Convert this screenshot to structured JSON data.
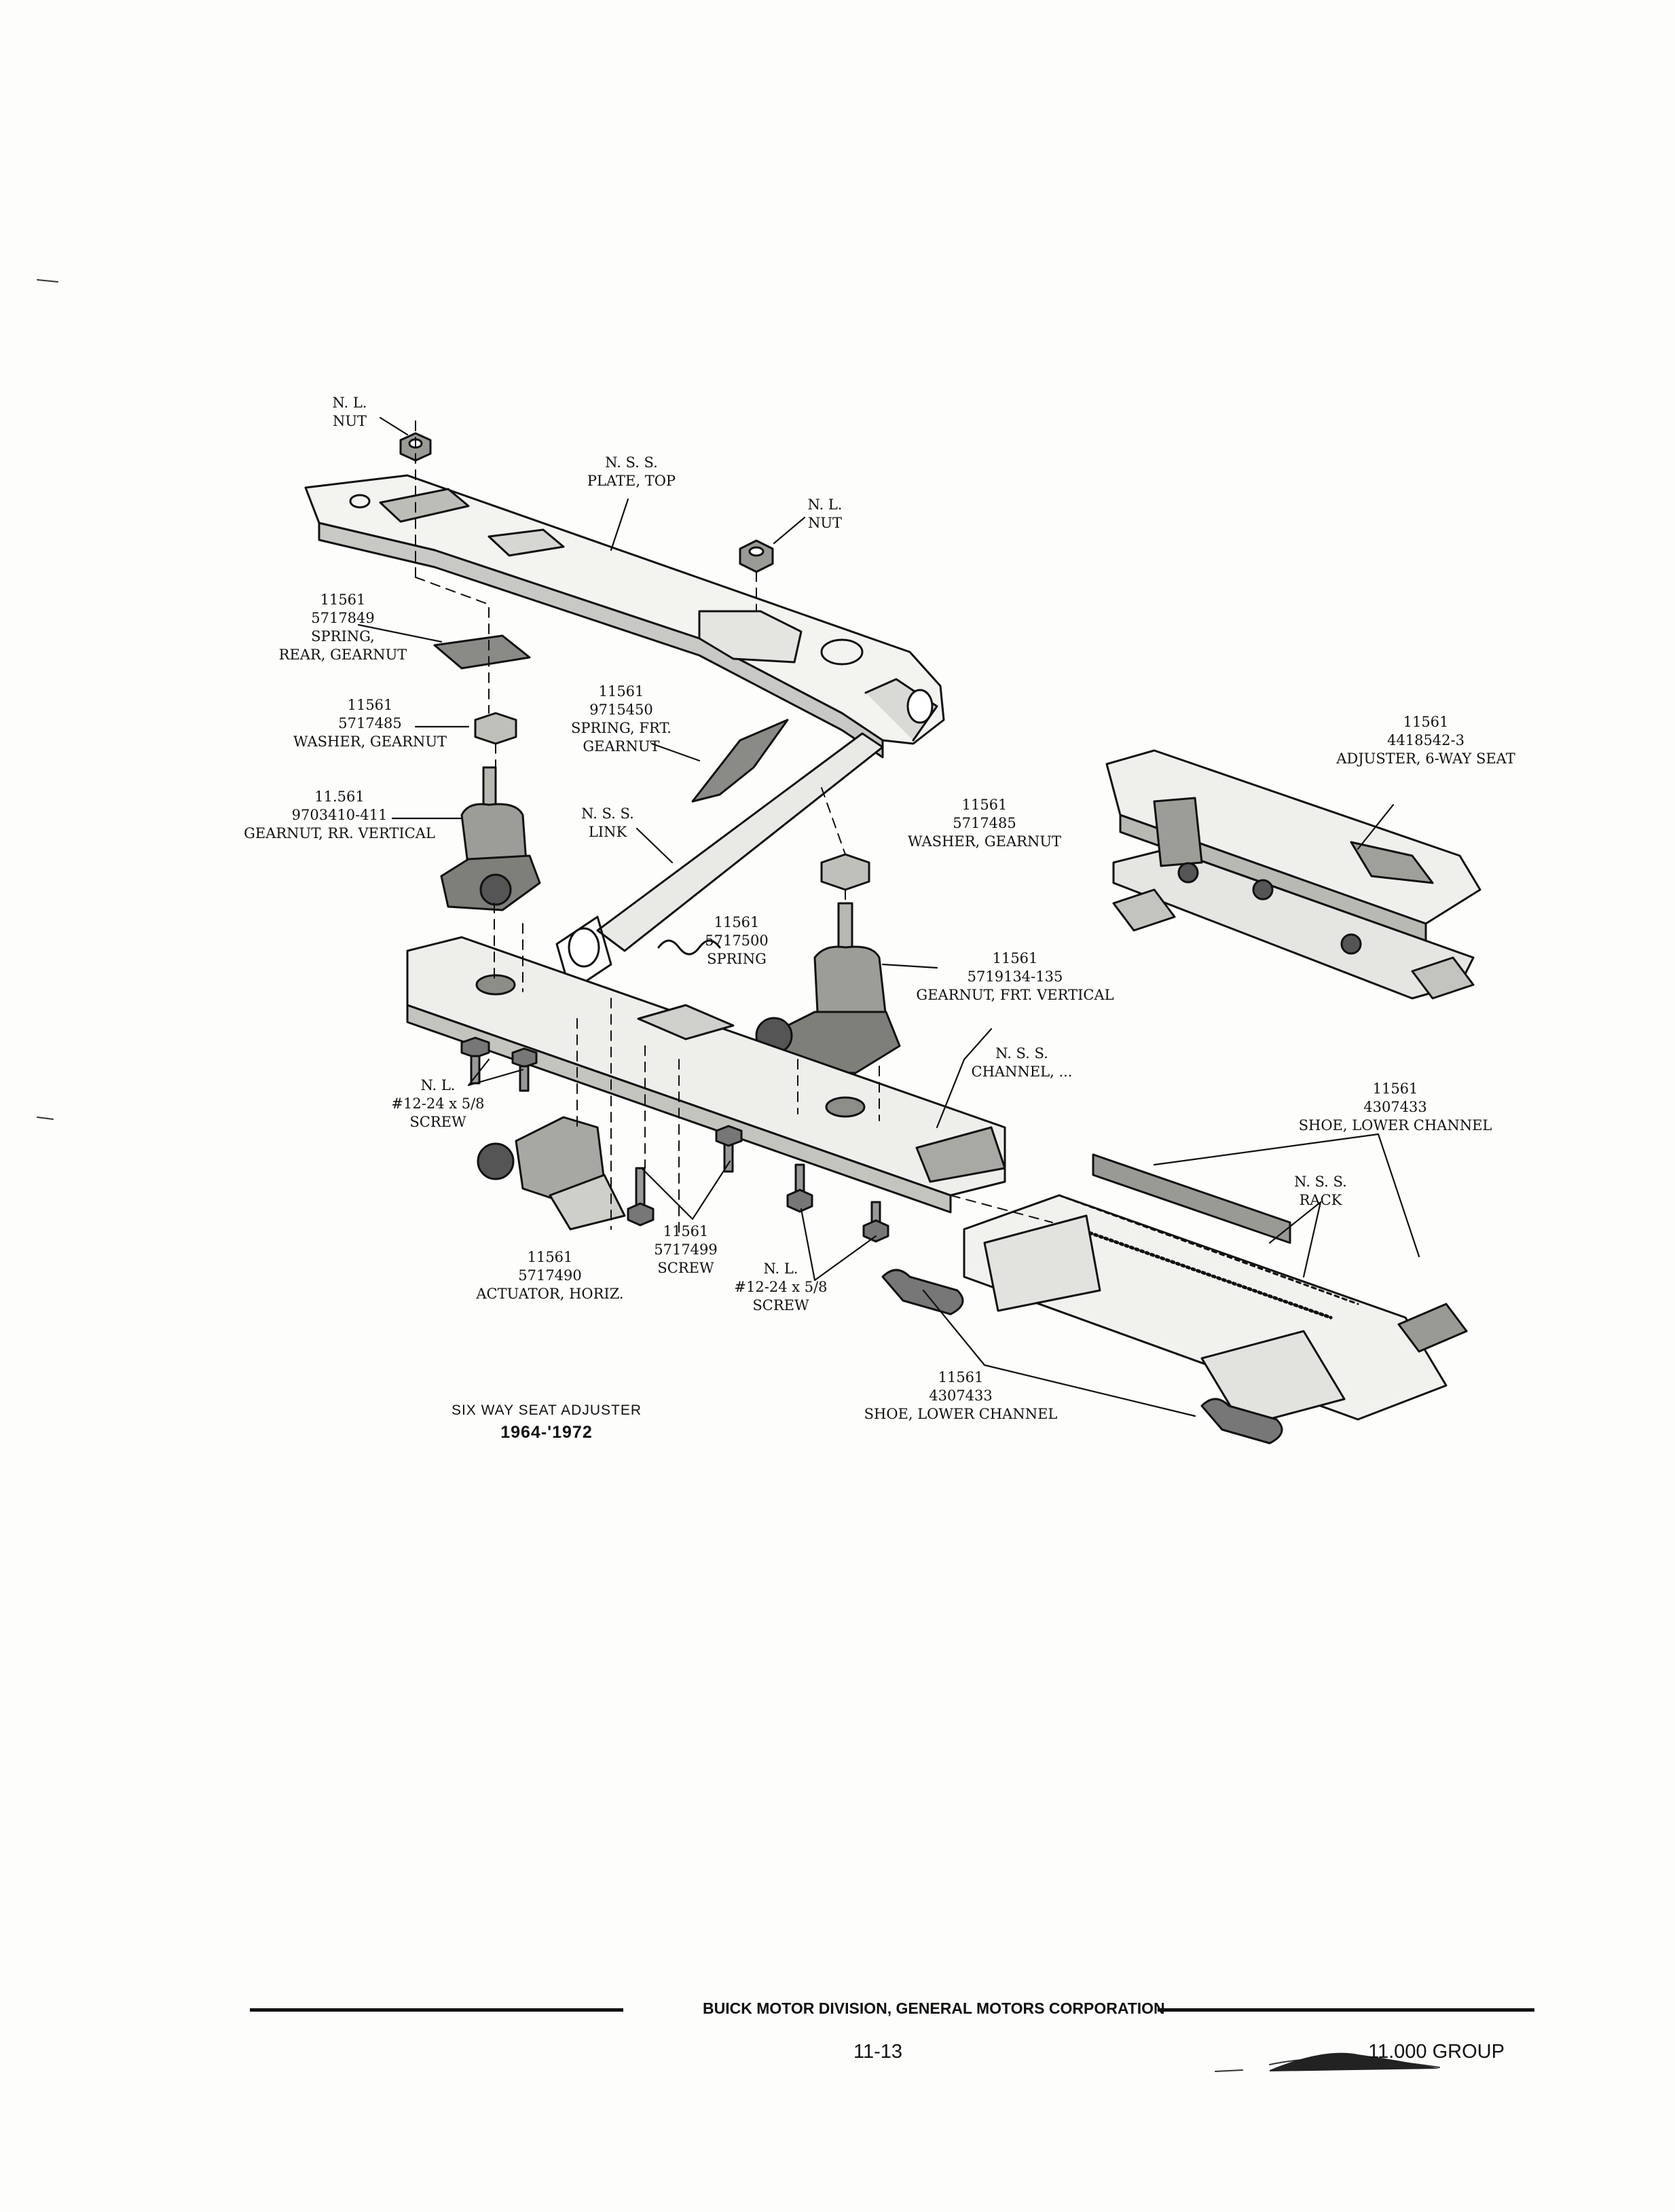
{
  "diagram": {
    "title": "SIX WAY SEAT ADJUSTER",
    "years": "1964-'1972",
    "callouts": [
      {
        "id": "nut-left",
        "lines": [
          "N. L.",
          "NUT"
        ]
      },
      {
        "id": "plate-top",
        "lines": [
          "N. S. S.",
          "PLATE, TOP"
        ]
      },
      {
        "id": "nut-right",
        "lines": [
          "N. L.",
          "NUT"
        ]
      },
      {
        "id": "spring-rear-gearnut",
        "lines": [
          "11561",
          "5717849",
          "SPRING,",
          "REAR, GEARNUT"
        ]
      },
      {
        "id": "washer-gearnut-left",
        "lines": [
          "11561",
          "5717485",
          "WASHER, GEARNUT"
        ]
      },
      {
        "id": "spring-frt-gearnut",
        "lines": [
          "11561",
          "9715450",
          "SPRING, FRT.",
          "GEARNUT"
        ]
      },
      {
        "id": "gearnut-rr-vertical",
        "lines": [
          "11.561",
          "9703410-411",
          "GEARNUT, RR. VERTICAL"
        ]
      },
      {
        "id": "link",
        "lines": [
          "N. S. S.",
          "LINK"
        ]
      },
      {
        "id": "washer-gearnut-right",
        "lines": [
          "11561",
          "5717485",
          "WASHER, GEARNUT"
        ]
      },
      {
        "id": "spring",
        "lines": [
          "11561",
          "5717500",
          "SPRING"
        ]
      },
      {
        "id": "gearnut-frt-vertical",
        "lines": [
          "11561",
          "5719134-135",
          "GEARNUT, FRT. VERTICAL"
        ]
      },
      {
        "id": "channel",
        "lines": [
          "N. S. S.",
          "CHANNEL, ..."
        ]
      },
      {
        "id": "screw-left",
        "lines": [
          "N. L.",
          "#12-24 x 5/8",
          "SCREW"
        ]
      },
      {
        "id": "actuator-horiz",
        "lines": [
          "11561",
          "5717490",
          "ACTUATOR, HORIZ."
        ]
      },
      {
        "id": "screw-center",
        "lines": [
          "11561",
          "5717499",
          "SCREW"
        ]
      },
      {
        "id": "screw-right",
        "lines": [
          "N. L.",
          "#12-24 x 5/8",
          "SCREW"
        ]
      },
      {
        "id": "adjuster-6way",
        "lines": [
          "11561",
          "4418542-3",
          "ADJUSTER, 6-WAY SEAT"
        ]
      },
      {
        "id": "shoe-lower-channel-top",
        "lines": [
          "11561",
          "4307433",
          "SHOE, LOWER CHANNEL"
        ]
      },
      {
        "id": "rack",
        "lines": [
          "N. S. S.",
          "RACK"
        ]
      },
      {
        "id": "shoe-lower-channel-bottom",
        "lines": [
          "11561",
          "4307433",
          "SHOE, LOWER CHANNEL"
        ]
      }
    ]
  },
  "footer": {
    "publisher": "BUICK MOTOR DIVISION, GENERAL MOTORS CORPORATION",
    "page_number": "11-13",
    "group": "11.000 GROUP"
  },
  "colors": {
    "ink": "#111111",
    "paper": "#fdfdfc",
    "shade": "#c8c8c4"
  }
}
